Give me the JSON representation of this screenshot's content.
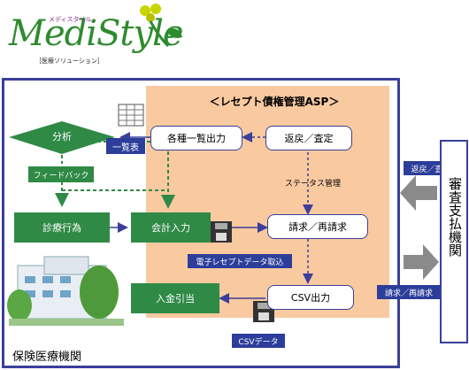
{
  "logo": {
    "name": "MediStyle",
    "kana": "メディスタイル",
    "subtitle": "［医療ソリューション］"
  },
  "asp_title": "＜レセプト債権管理ASP＞",
  "nodes": {
    "bunseki": "分析",
    "feedback": "フィードバック",
    "shinryo": "診療行為",
    "kaikei": "会計入力",
    "nyukin": "入金引当",
    "ichiran_out": "各種一覧出力",
    "henrei": "返戻／査定",
    "status": "ステータス管理",
    "seikyu": "請求／再請求",
    "csv_out": "CSV出力",
    "ichiranhyo": "一覧表",
    "denshi": "電子レセプトデータ取込",
    "csv_data": "CSVデータ"
  },
  "external": {
    "label": "審査支払機関",
    "in_label": "返戻／査定",
    "out_label": "請求／再請求"
  },
  "hospital_label": "保険医療機関",
  "colors": {
    "green": "#2f8a46",
    "navy": "#3a3f9a",
    "peach": "#f9c9a0",
    "label_blue": "#2c3e9a"
  }
}
